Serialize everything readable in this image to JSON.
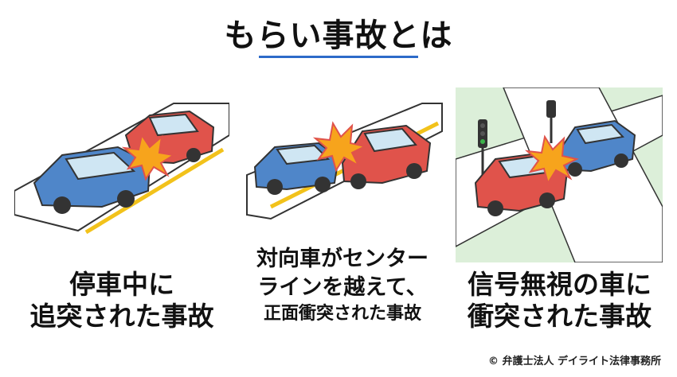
{
  "title": "もらい事故とは",
  "panels": [
    {
      "caption_lines": [
        "停車中に",
        "追突された事故"
      ]
    },
    {
      "caption_lines": [
        "対向車がセンター",
        "ラインを越えて、",
        "正面衝突された事故"
      ]
    },
    {
      "caption_lines": [
        "信号無視の車に",
        "衝突された事故"
      ]
    }
  ],
  "copyright": "© 弁護士法人 デイライト法律事務所",
  "colors": {
    "accent_underline": "#2d6bc9",
    "car_red": "#e0534b",
    "car_blue": "#4f86c9",
    "road_line": "#f2c21b",
    "grass": "#dcefd9",
    "crash": "#f7a41c"
  }
}
